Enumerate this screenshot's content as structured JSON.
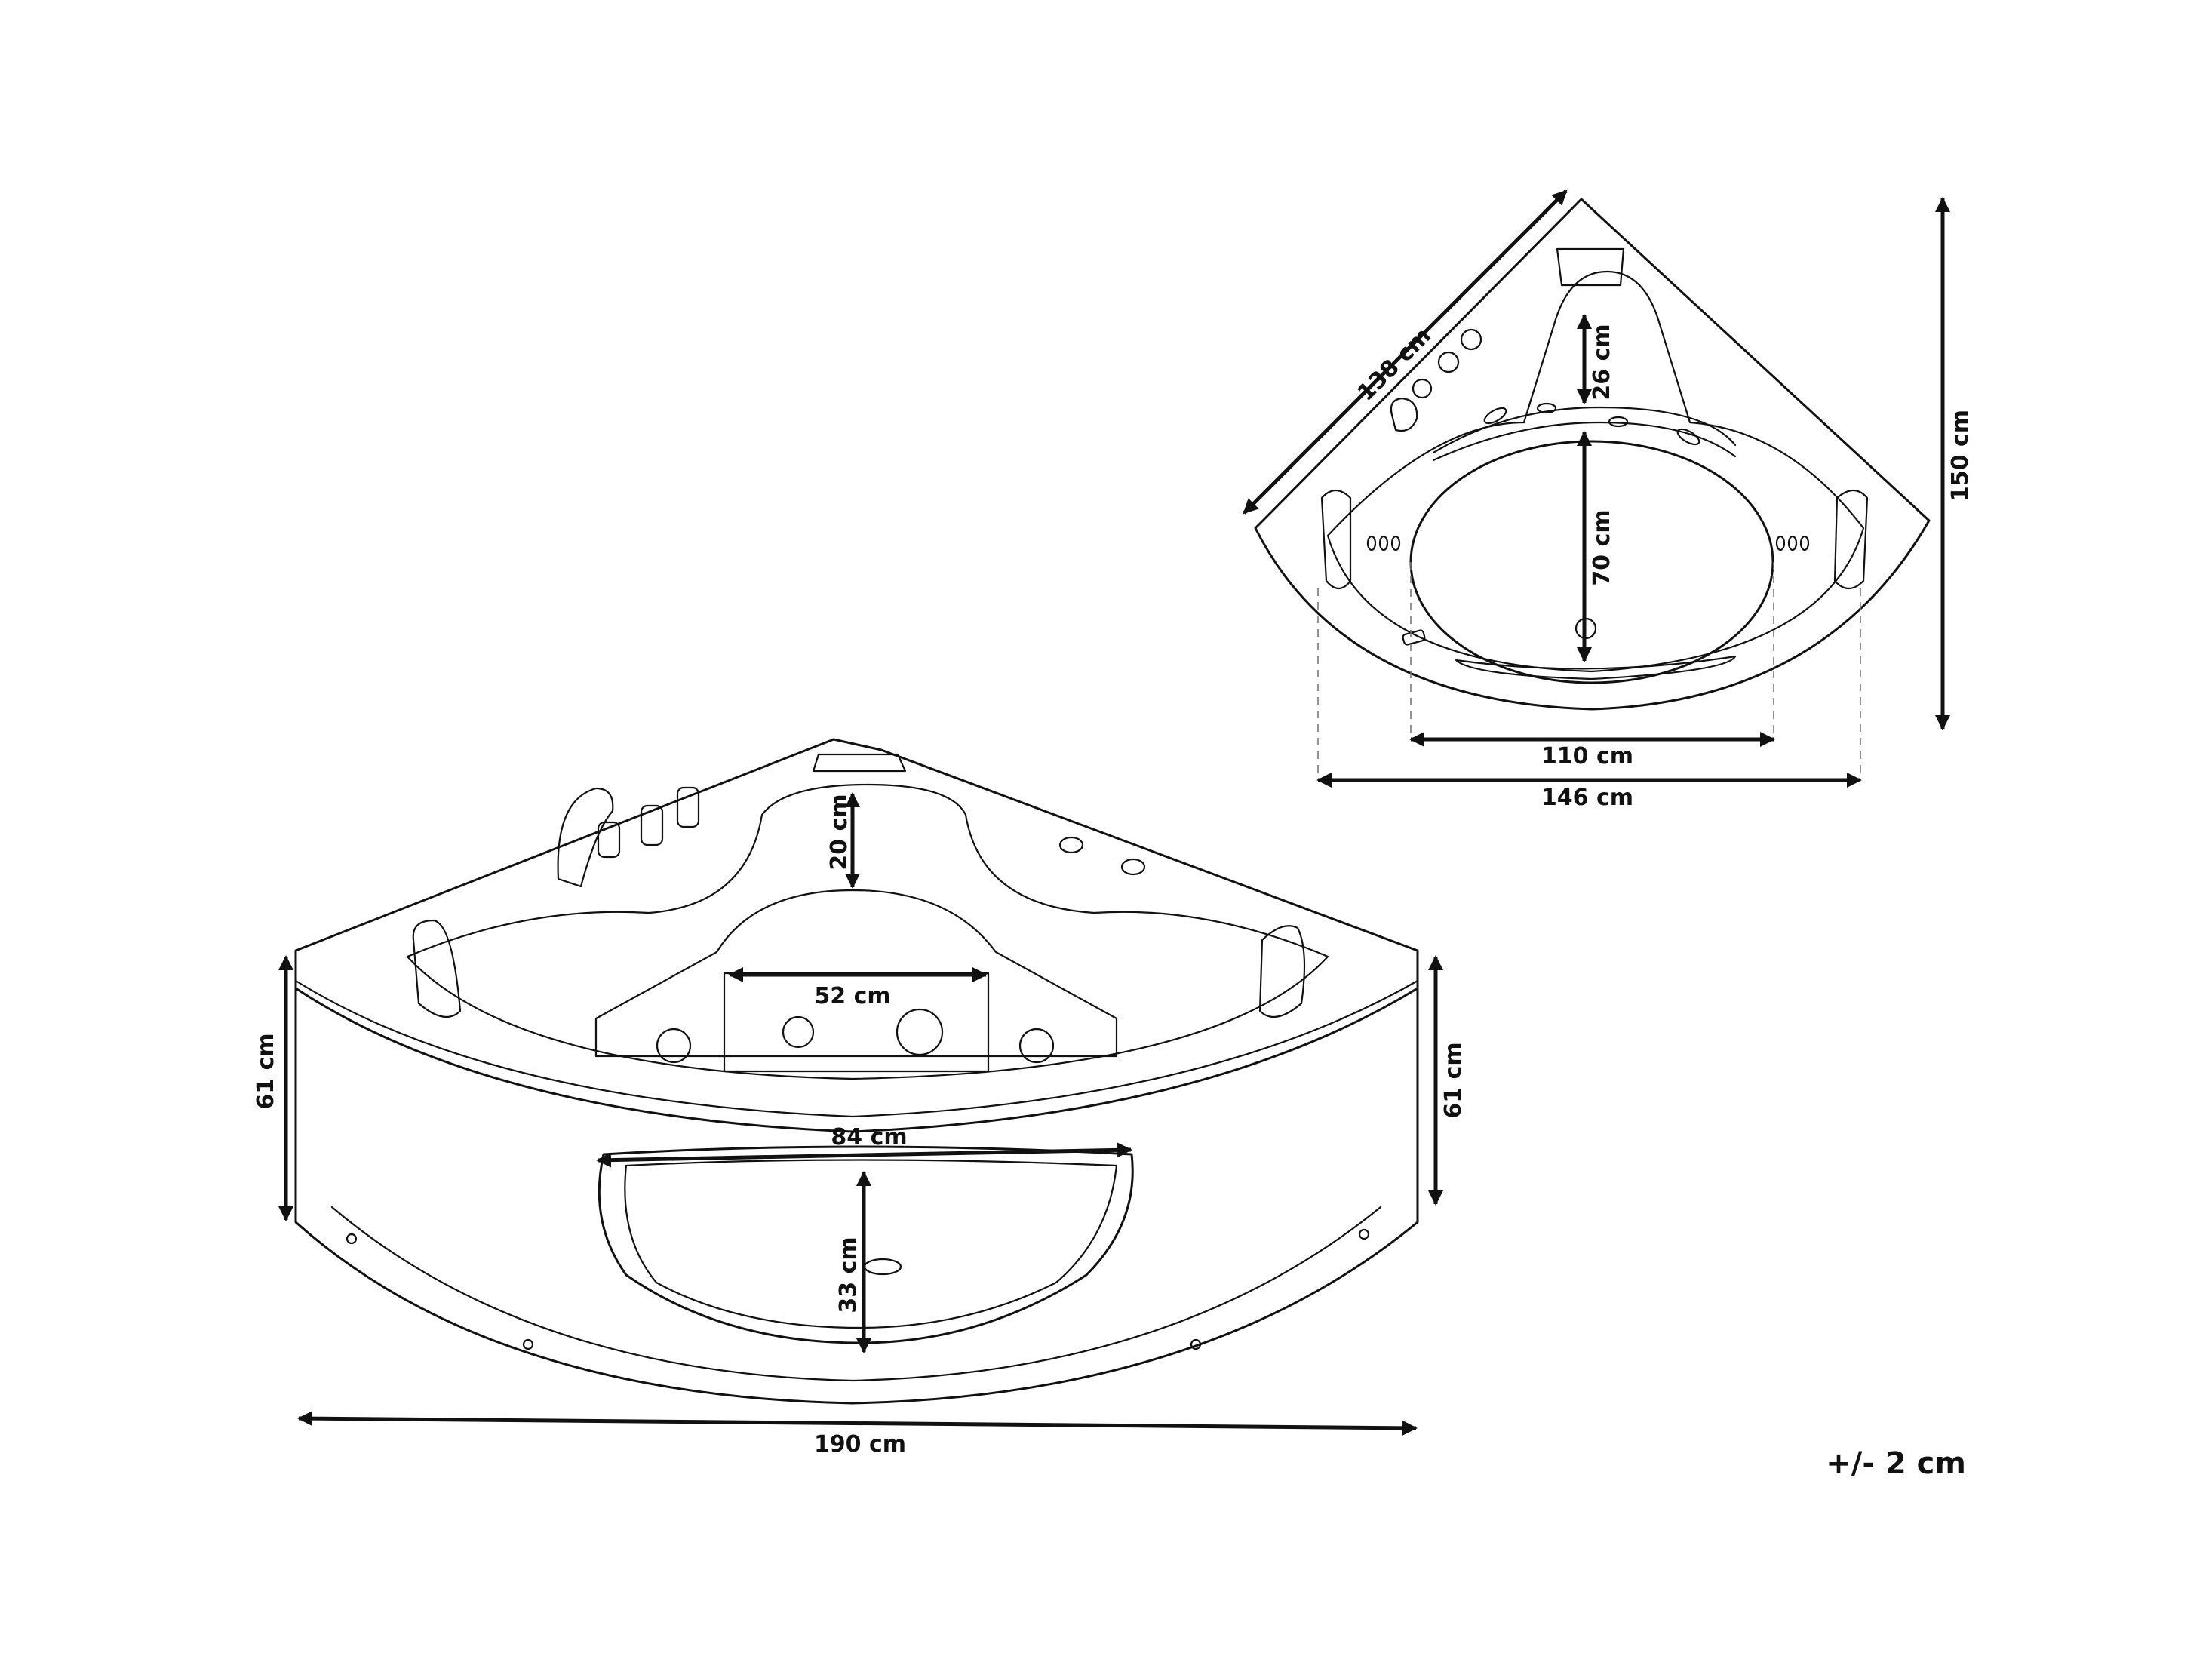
{
  "top_view": {
    "dimensions": {
      "diagonal": "138 cm",
      "height": "150 cm",
      "headrest_gap": "26 cm",
      "basin_depth": "70 cm",
      "basin_width": "110 cm",
      "total_width": "146 cm"
    }
  },
  "front_view": {
    "dimensions": {
      "total_width": "190 cm",
      "height_left": "61 cm",
      "height_right": "61 cm",
      "seat_depth": "20 cm",
      "seat_width": "52 cm",
      "window_width": "84 cm",
      "window_height": "33 cm"
    }
  },
  "tolerance": "+/- 2 cm",
  "colors": {
    "line": "#111111",
    "guide": "#777777",
    "background": "#ffffff"
  }
}
